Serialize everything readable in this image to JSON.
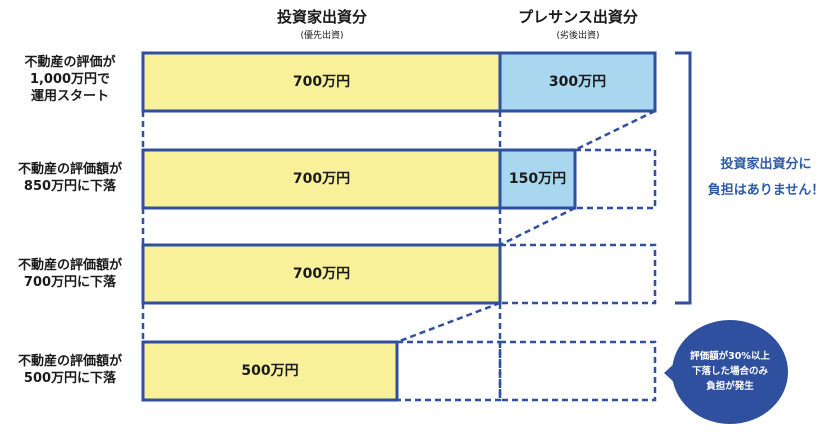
{
  "headers": {
    "investor": "投資家出資分",
    "investor_sub": "(優先出資)",
    "presales": "プレサンス出資分",
    "presales_sub": "(劣後出資)"
  },
  "rows": [
    {
      "label": [
        "不動産の評価が",
        "1,000万円で",
        "運用スタート"
      ],
      "investor_amount": "700万円",
      "presales_amount": "300万円"
    },
    {
      "label": [
        "不動産の評価額が",
        "850万円に下落"
      ],
      "investor_amount": "700万円",
      "presales_amount": "150万円"
    },
    {
      "label": [
        "不動産の評価額が",
        "700万円に下落"
      ],
      "investor_amount": "700万円",
      "presales_amount": ""
    },
    {
      "label": [
        "不動産の評価額が",
        "500万円に下落"
      ],
      "investor_amount": "500万円",
      "presales_amount": ""
    }
  ],
  "note": [
    "投資家出資分に",
    "負担はありません！"
  ],
  "bubble": [
    "評価額が30%以上",
    "下落した場合のみ",
    "負担が発生"
  ],
  "colors": {
    "border": "#2f4f9f",
    "investor_fill": "#f9f19a",
    "presales_fill": "#a9d7ef",
    "note_text": "#2f5aa8",
    "bubble_fill": "#2f4f9f"
  }
}
